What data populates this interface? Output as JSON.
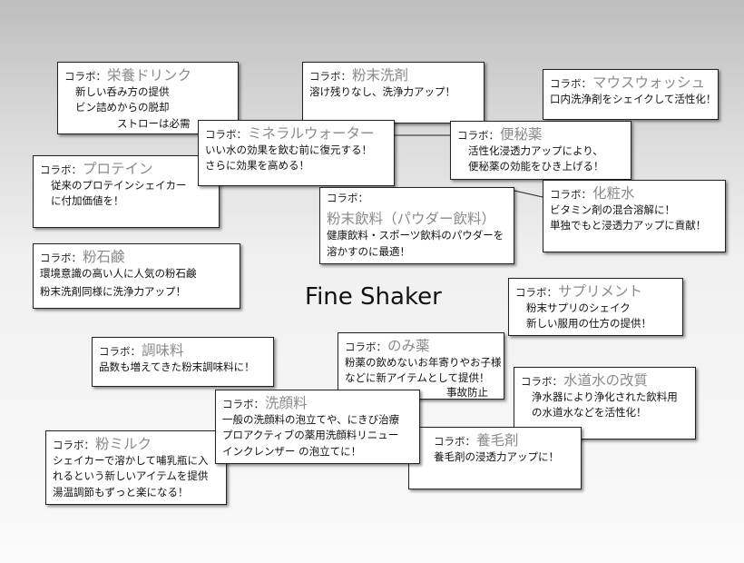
{
  "center_title": "Fine Shaker",
  "prefix": "コラボ：",
  "cards": {
    "eiyo": {
      "title": "栄養ドリンク",
      "lines": [
        "新しい呑み方の提供",
        "ビン詰めからの脱却",
        "ストローは必需"
      ]
    },
    "funmatsu_senzai": {
      "title": "粉末洗剤",
      "lines": [
        "溶け残りなし、洗浄力アップ！"
      ]
    },
    "mouthwash": {
      "title": "マウスウォッシュ",
      "lines": [
        "口内洗浄剤をシェイクして活性化！"
      ]
    },
    "mineral": {
      "title": "ミネラルウォーター",
      "lines": [
        "いい水の効果を飲む前に復元する！",
        "さらに効果を高める！"
      ]
    },
    "benpi": {
      "title": "便秘薬",
      "lines": [
        "活性化浸透力アップにより、",
        "便秘薬の効能をひき上げる！"
      ]
    },
    "protein": {
      "title": "プロテイン",
      "lines": [
        "従来のプロテインシェイカー",
        "に付加価値を！"
      ]
    },
    "funmatsu_inryo": {
      "title": "粉末飲料（パウダー飲料）",
      "lines": [
        "健康飲料・スポーツ飲料のパウダーを",
        "溶かすのに最適！"
      ]
    },
    "keshousui": {
      "title": "化粧水",
      "lines": [
        "ビタミン剤の混合溶解に！",
        "単独でもと浸透力アップに貢献！"
      ]
    },
    "kona_sekken": {
      "title": "粉石鹸",
      "lines": [
        "環境意識の高い人に人気の粉石鹸",
        "粉末洗剤同様に洗浄力アップ！"
      ]
    },
    "supplement": {
      "title": "サプリメント",
      "lines": [
        "粉末サプリのシェイク",
        "新しい服用の仕方の提供！"
      ]
    },
    "choumiryo": {
      "title": "調味料",
      "lines": [
        "品数も増えてきた粉末調味料に！"
      ]
    },
    "nomigusuri": {
      "title": "のみ薬",
      "lines": [
        "粉薬の飲めないお年寄りやお子様",
        "などに新アイテムとして提供！",
        "事故防止"
      ]
    },
    "suidousui": {
      "title": "水道水の改質",
      "lines": [
        "浄水器により浄化された飲料用",
        "の水道水などを活性化！"
      ]
    },
    "senganryo": {
      "title": "洗顔料",
      "lines": [
        "一般の洗顔料の泡立てや、にきび治療",
        "プロアクティブの薬用洗顔料リニュー",
        "インクレンザー の泡立てに！"
      ]
    },
    "yomouzai": {
      "title": "養毛剤",
      "lines": [
        "養毛剤の浸透力アップに！"
      ]
    },
    "kona_milk": {
      "title": "粉ミルク",
      "lines": [
        "シェイカーで溶かして哺乳瓶に入",
        "れるという新しいアイテムを提供",
        "湯温調節もずっと楽になる！"
      ]
    }
  }
}
